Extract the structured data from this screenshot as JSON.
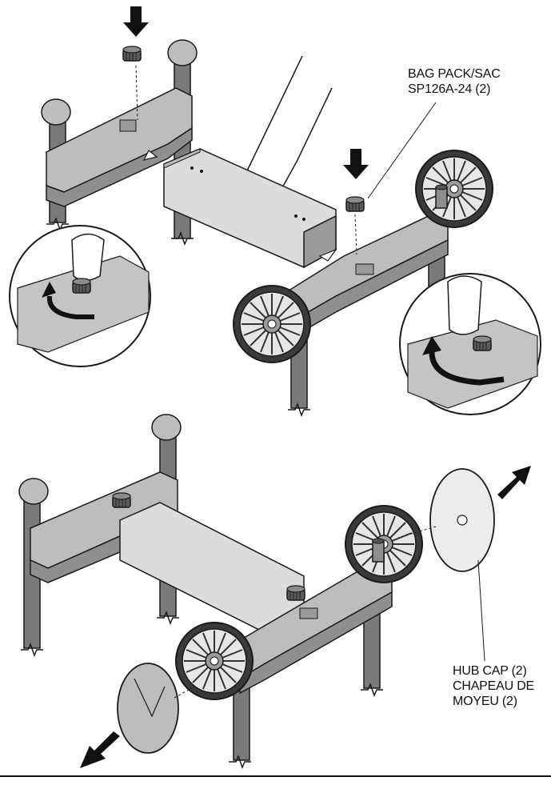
{
  "labels": {
    "bag_pack": {
      "line1": "BAG PACK/SAC",
      "line2": "SP126A-24 (2)"
    },
    "hub_cap": {
      "line1": "HUB CAP (2)",
      "line2": "CHAPEAU DE",
      "line3": "MOYEU (2)"
    }
  },
  "colors": {
    "line": "#1a1a1a",
    "frame_light": "#bdbdbd",
    "frame_mid": "#9a9a9a",
    "frame_dark": "#6f6f6f",
    "wheel_tire": "#3a3a3a",
    "background": "#ffffff"
  },
  "icons": [
    "down-arrow-icon",
    "diagonal-arrow-icon",
    "rotation-arrow-icon",
    "break-mark-icon"
  ]
}
